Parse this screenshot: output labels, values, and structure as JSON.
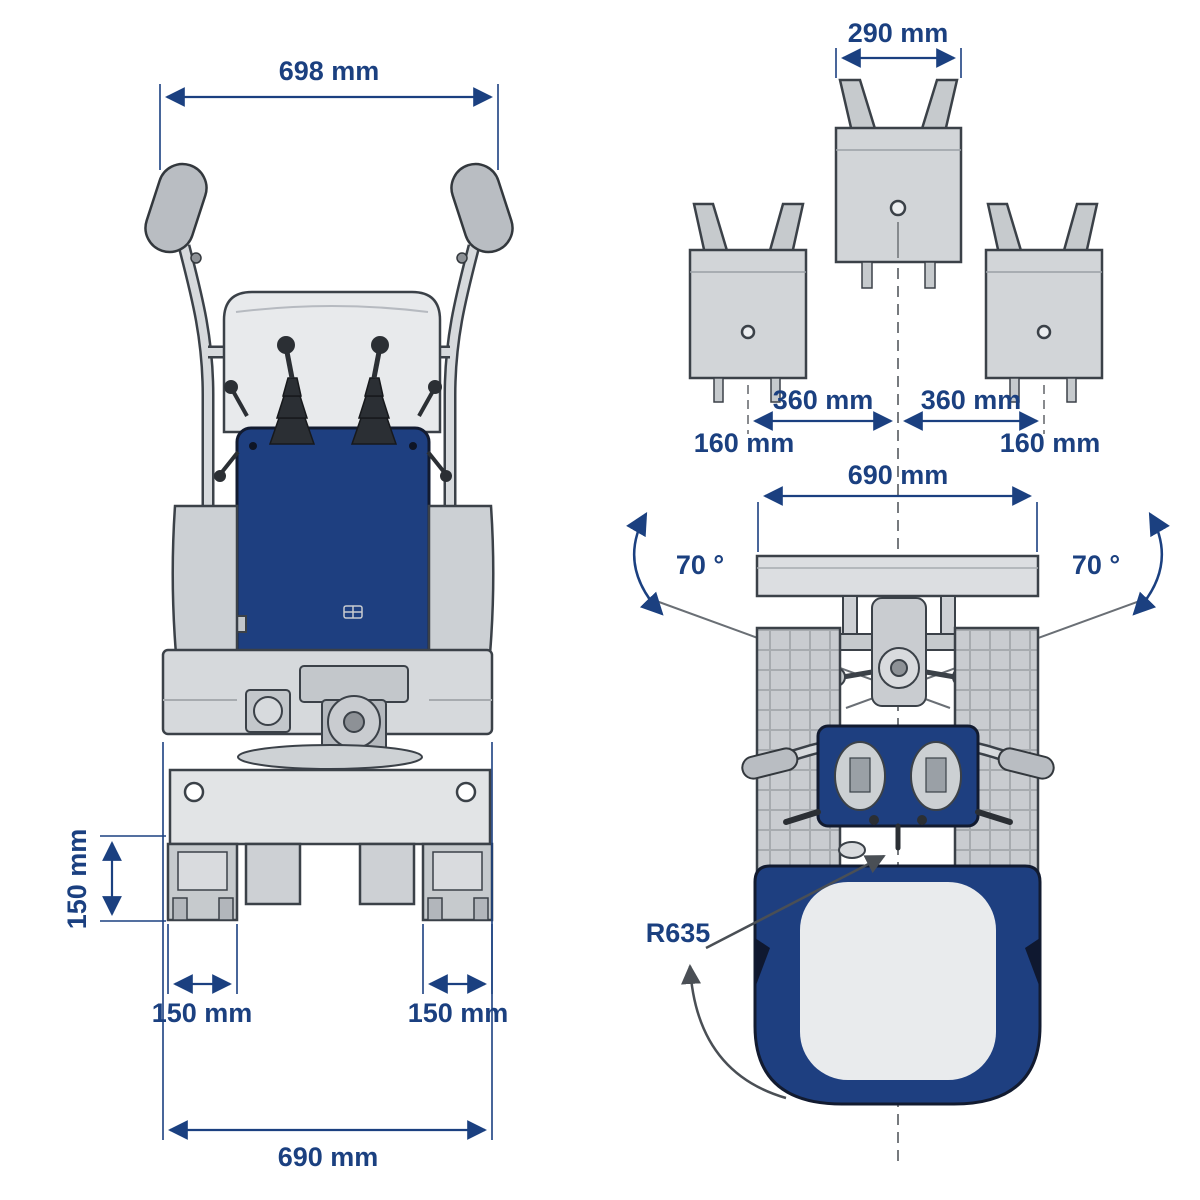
{
  "page": {
    "background": "#ffffff"
  },
  "colors": {
    "dimension_blue": "#1b4080",
    "machine_navy": "#1e3f80",
    "machine_gray": "#c9ccd0",
    "light_gray": "#e8eaec",
    "outline_dark": "#3b4148",
    "annotation_gray": "#4a4f55"
  },
  "front_view": {
    "label": "front-view",
    "dims": {
      "handle_width": "698 mm",
      "track_height": "150 mm",
      "track_width_left": "150 mm",
      "track_width_right": "150 mm",
      "overall_width": "690 mm"
    }
  },
  "top_view": {
    "label": "top-view",
    "dims": {
      "attachment_width": "290 mm",
      "offset_left": "360 mm",
      "offset_right": "360 mm",
      "edge_left": "160 mm",
      "edge_right": "160 mm",
      "blade_width": "690 mm",
      "swing_left": "70 °",
      "swing_right": "70 °",
      "turn_radius": "R635"
    }
  }
}
